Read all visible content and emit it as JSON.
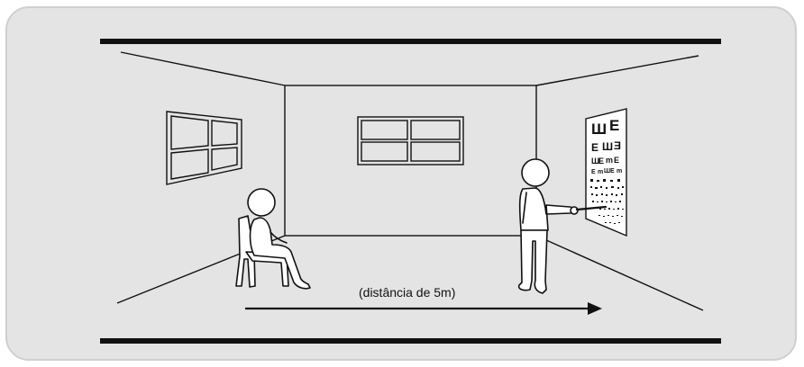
{
  "diagram": {
    "distance_label": "(distância de 5m)",
    "chart_letters": [
      [
        "Ш",
        "E"
      ],
      [
        "E",
        "Ш",
        "Ǝ"
      ],
      [
        "Ш",
        "E",
        "m",
        "E"
      ],
      [
        "E",
        "m",
        "Ш",
        "E",
        "m"
      ]
    ]
  }
}
